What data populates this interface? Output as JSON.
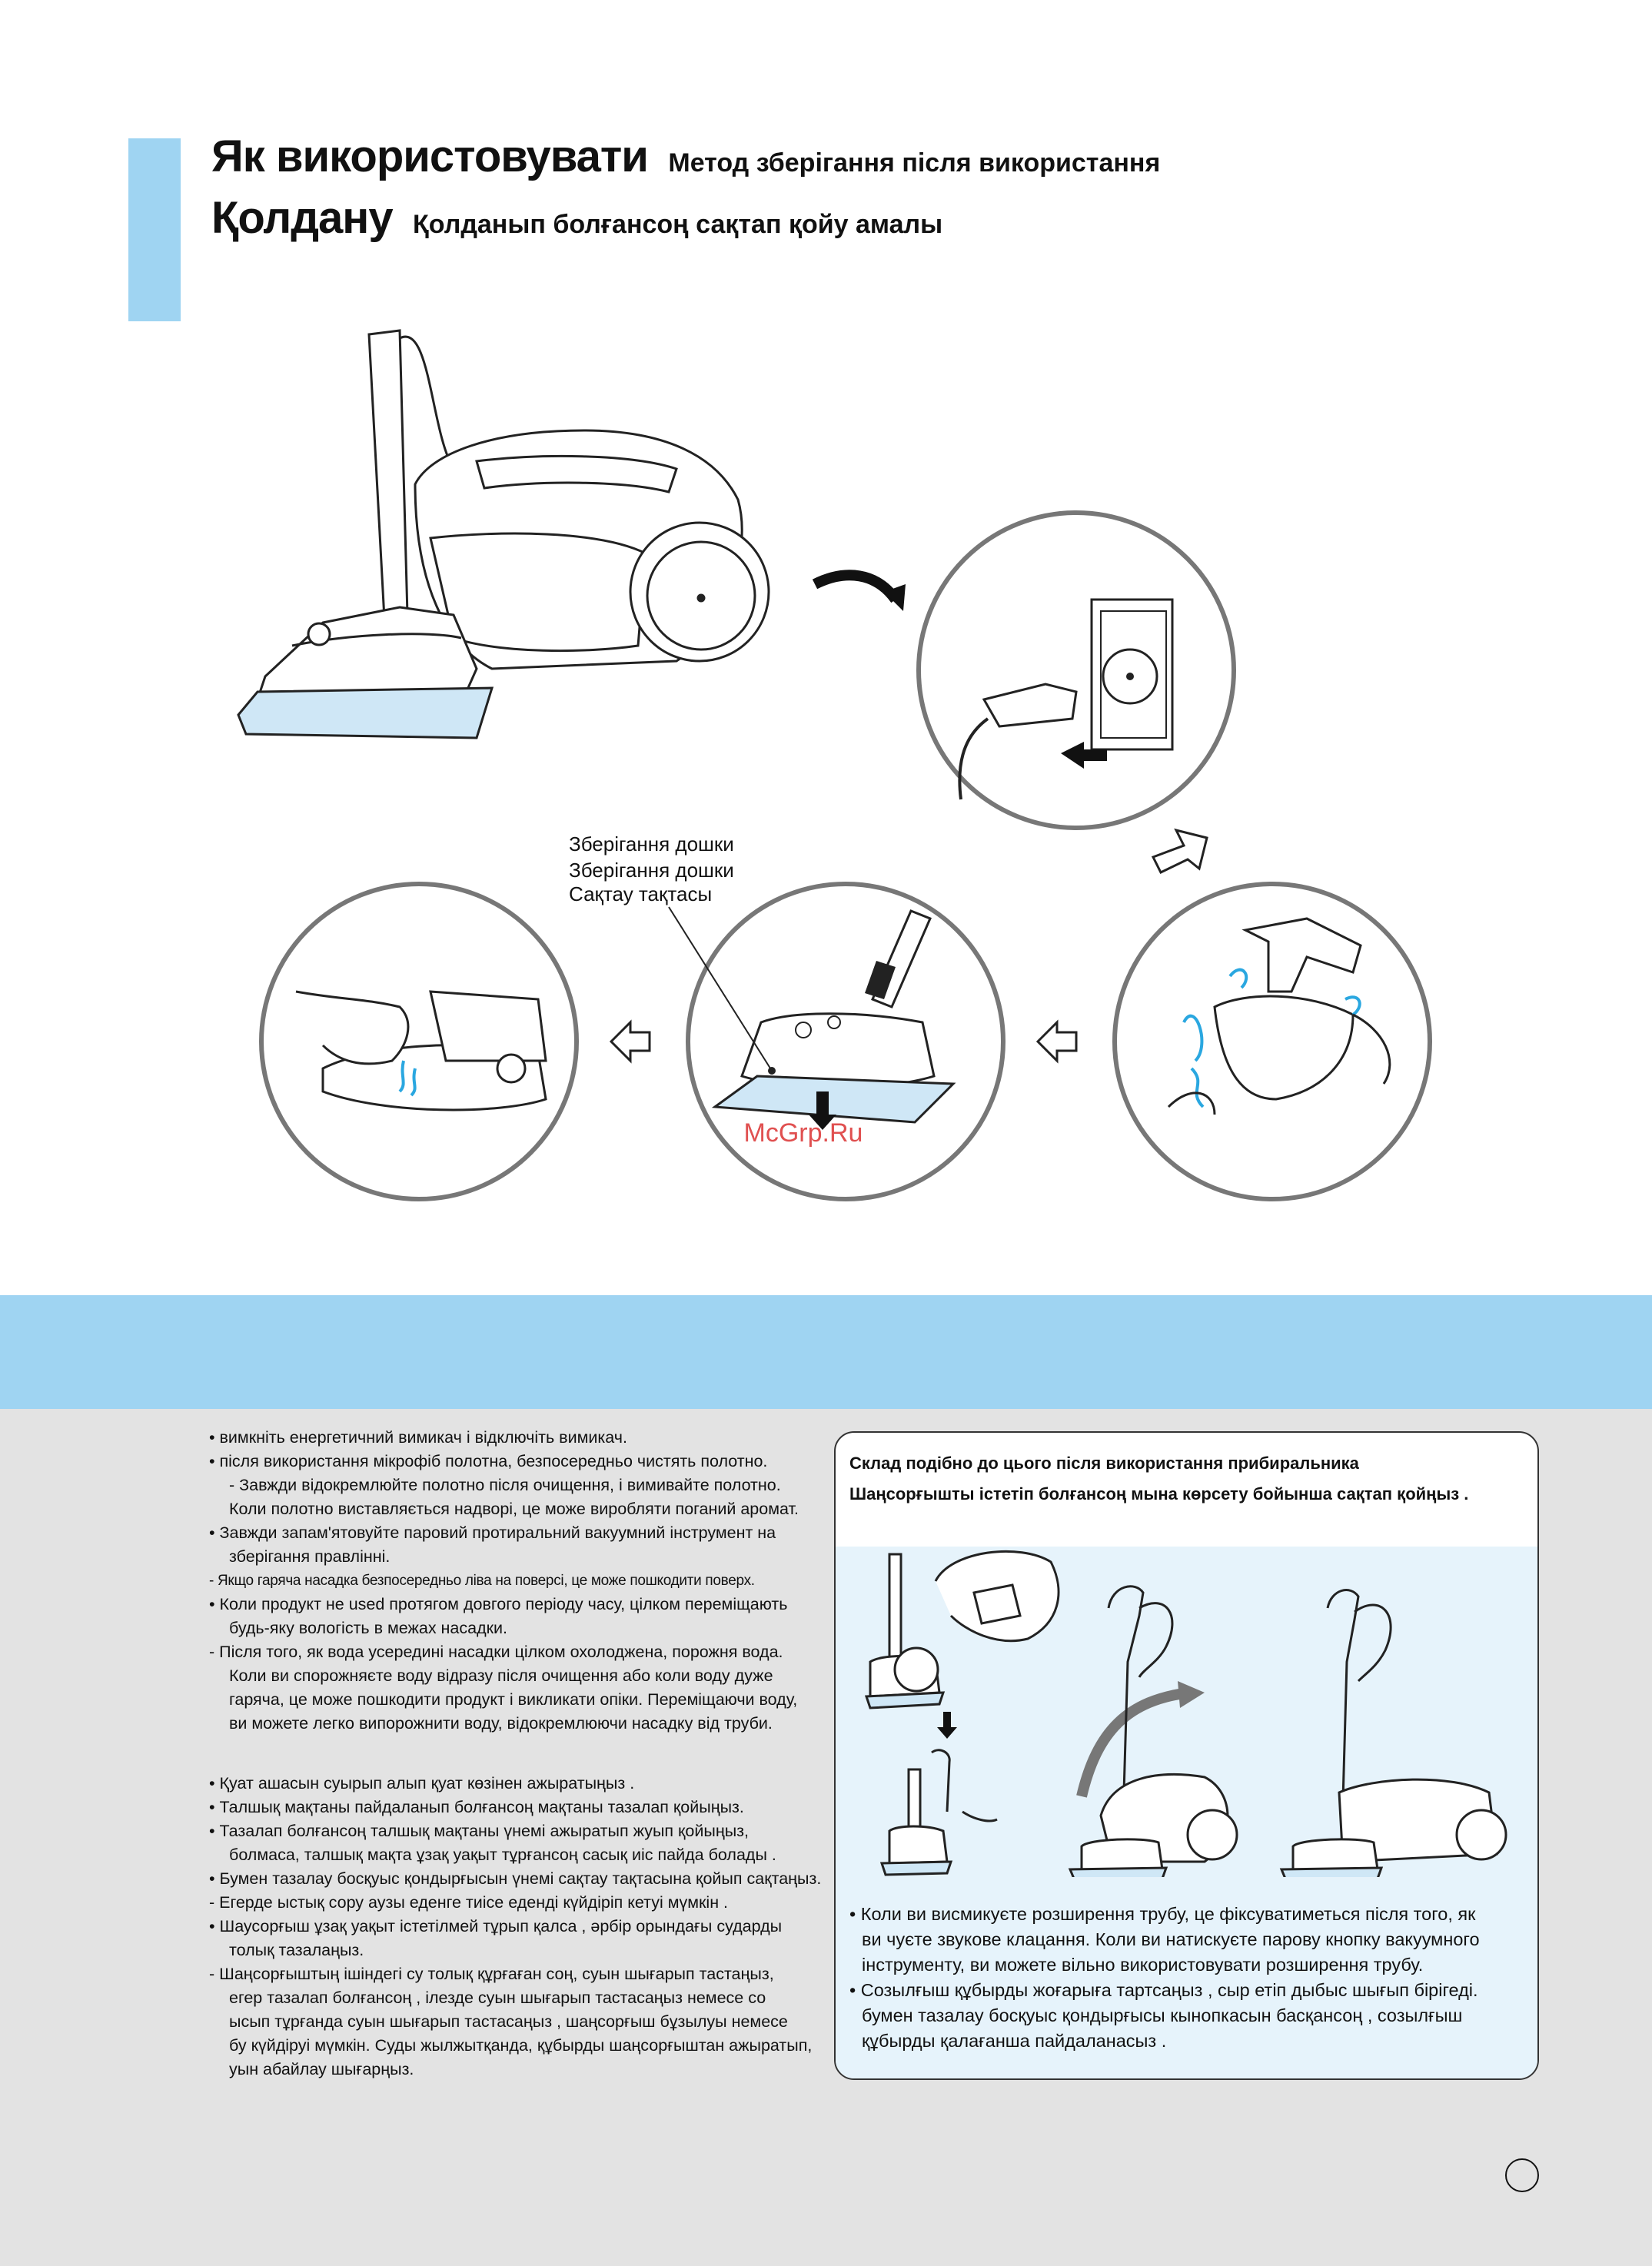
{
  "header": {
    "title_ua": "Як використовувати",
    "subtitle_ua": "Метод зберігання після використання",
    "title_kk": "Қолдану",
    "subtitle_kk": "Қолданып болғансоң сақтап қойу амалы"
  },
  "illustration": {
    "label_lines": [
      "Зберігання дошки",
      "Зберігання дошки",
      "Сақтау тақтасы"
    ],
    "watermark": "McGrp.Ru"
  },
  "notes_ua": [
    "• вимкніть енергетичний вимикач і відключіть вимикач.",
    "• після використання мікрофіб полотна, безпосередньо чистять полотно.",
    "- Завжди відокремлюйте полотно після очищення, і вимивайте полотно.",
    "Коли полотно виставляється надворі, це може виробляти поганий аромат.",
    "• Завжди запам'ятовуйте паровий протиральний вакуумний інструмент на",
    "зберігання правлінні.",
    "- Якщо гаряча насадка безпосередньо ліва на поверсі, це може пошкодити поверх.",
    "• Коли продукт не used протягом довгого періоду часу, цілком переміщають",
    "будь-яку вологість в межах насадки.",
    "- Після того, як вода усередині насадки цілком охолоджена, порожня вода.",
    "Коли ви спорожняєте воду відразу після очищення або коли воду дуже",
    "гаряча, це може пошкодити продукт і викликати опіки. Переміщаючи воду,",
    "ви можете легко випорожнити воду, відокремлюючи насадку від труби."
  ],
  "notes_kk": [
    "• Қуат ашасын суырып алып қуат көзінен ажыратыңыз .",
    "• Талшық мақтаны пайдаланып болғансоң мақтаны тазалап қойыңыз.",
    "• Тазалап болғансоң талшық мақтаны үнемі ажыратып жуып қойыңыз,",
    "болмаса, талшық мақта ұзақ уақыт тұрғансоң сасық иіс пайда болады .",
    "• Бумен тазалау босқуыс қондырғысын үнемі сақтау тақтасына қойып сақтаңыз.",
    "- Егерде ыстық сору аузы еденге тиісе еденді күйдіріп кетуі мүмкін .",
    "• Шаусорғыш ұзақ уақыт істетілмей тұрып қалса , әрбір орындағы сударды",
    "толық тазалаңыз.",
    "- Шаңсорғыштың ішіндегі су толық құрғаған соң, суын шығарып тастаңыз,",
    "егер тазалап болғансоң , ілезде суын шығарып тастасаңыз  немесе со",
    "ысып тұрғанда суын шығарып тастасаңыз , шаңсорғыш бұзылуы немесе",
    "бу күйдіруі мүмкін. Суды жылжытқанда, құбырды шаңсорғыштан ажыратып,",
    "уын абайлау шығарңыз."
  ],
  "box": {
    "heading_ua": "Склад подібно до цього після використання прибиральника",
    "heading_kk": "Шаңсорғышты істетіп болғансоң мына көрсету бойынша сақтап қойңыз .",
    "notes": [
      "• Коли ви висмикуєте розширення трубу, це фіксуватиметься після того, як",
      "ви чуєте звукове клацання. Коли ви натискуєте парову кнопку вакуумного",
      "інструменту, ви можете вільно використовувати розширення трубу.",
      "• Созылғыш құбырды жоғарыға тартсаңыз , сыр етіп дыбыс шығып бірігеді.",
      "бумен тазалау босқуыс қондырғысы кынопкасын басқансоң , созылғыш",
      "құбырды қалағанша пайдаланасыз ."
    ]
  }
}
